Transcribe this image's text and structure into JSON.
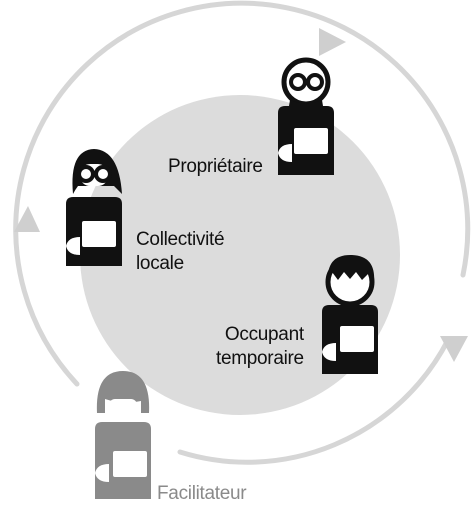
{
  "colors": {
    "background": "#ffffff",
    "inner_disc": "#dcdcdc",
    "cycle_ring": "#d6d6d6",
    "actor": "#111111",
    "facilitator": "#8a8a8a",
    "badge": "#ffffff"
  },
  "diagram": {
    "cycle_direction": "clockwise",
    "actors": [
      {
        "id": "proprietaire",
        "icon": "person-with-glasses-icon",
        "label_lines": [
          "Propriétaire"
        ]
      },
      {
        "id": "collectivite",
        "icon": "person-with-long-hair-and-glasses-icon",
        "label_lines": [
          "Collectivité",
          "locale"
        ]
      },
      {
        "id": "occupant",
        "icon": "person-with-spiky-hair-icon",
        "label_lines": [
          "Occupant",
          "temporaire"
        ]
      },
      {
        "id": "facilitateur",
        "icon": "person-with-bob-haircut-icon",
        "label_lines": [
          "Facilitateur"
        ]
      }
    ]
  }
}
